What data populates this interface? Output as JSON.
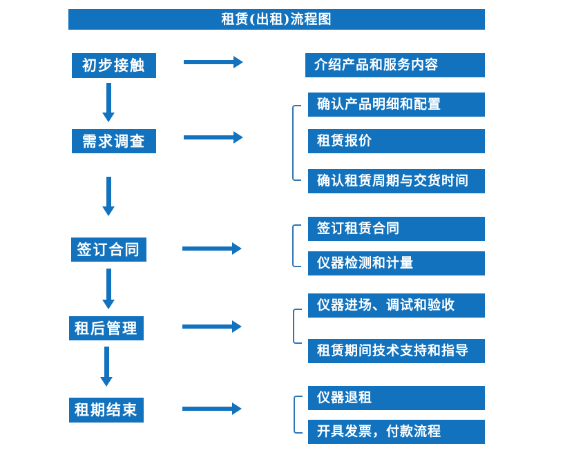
{
  "title": "租赁(出租)流程图",
  "colors": {
    "primary_blue": "#1272bd",
    "bracket_blue": "#2e75b6",
    "text": "#ffffff",
    "background": "#ffffff"
  },
  "steps": [
    {
      "label": "初步接触",
      "outputs": [
        "介绍产品和服务内容"
      ]
    },
    {
      "label": "需求调查",
      "outputs": [
        "确认产品明细和配置",
        "租赁报价",
        "确认租赁周期与交货时间"
      ]
    },
    {
      "label": "签订合同",
      "outputs": [
        "签订租赁合同",
        "仪器检测和计量"
      ]
    },
    {
      "label": "租后管理",
      "outputs": [
        "仪器进场、调试和验收",
        "租赁期间技术支持和指导"
      ]
    },
    {
      "label": "租期结束",
      "outputs": [
        "仪器退租",
        "开具发票，付款流程"
      ]
    }
  ]
}
